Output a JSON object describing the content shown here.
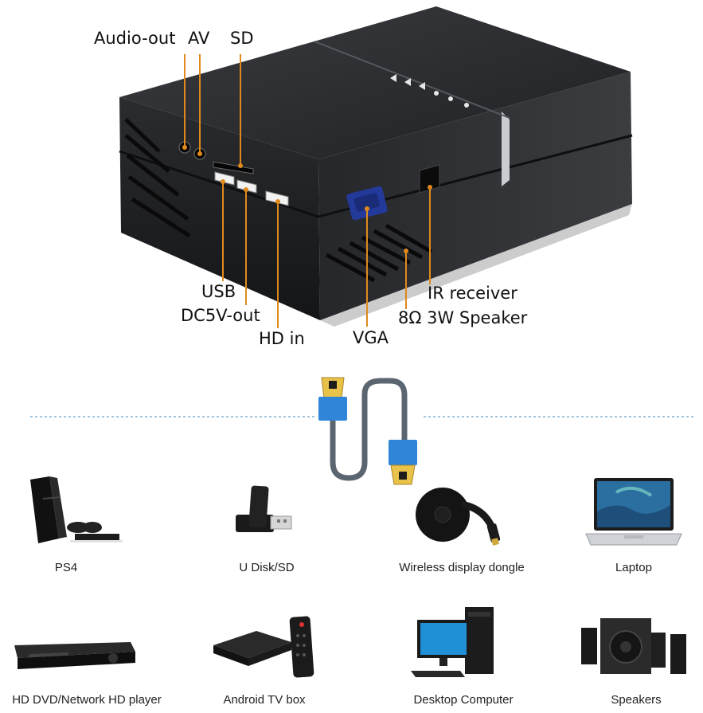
{
  "projector_ports": {
    "audio_out": "Audio-out",
    "av": "AV",
    "sd": "SD",
    "usb": "USB",
    "dc5v_out": "DC5V-out",
    "hd_in": "HD in",
    "vga": "VGA",
    "ir_receiver": "IR receiver",
    "speaker": "8Ω 3W Speaker"
  },
  "devices": [
    {
      "label": "PS4",
      "icon": "ps4-console-icon"
    },
    {
      "label": "U Disk/SD",
      "icon": "usb-drive-icon"
    },
    {
      "label": "Wireless display dongle",
      "icon": "wireless-dongle-icon"
    },
    {
      "label": "Laptop",
      "icon": "laptop-icon"
    },
    {
      "label": "HD DVD/Network HD player",
      "icon": "dvd-player-icon"
    },
    {
      "label": "Android TV box",
      "icon": "android-tv-box-icon"
    },
    {
      "label": "Desktop Computer",
      "icon": "desktop-computer-icon"
    },
    {
      "label": "Speakers",
      "icon": "speakers-icon"
    }
  ],
  "colors": {
    "leader_line": "#e08a1e",
    "projector_body": "#2b2d30",
    "cable_blue": "#2f86d8",
    "hdmi_gold": "#e9c24a",
    "divider": "#7fb0d8"
  }
}
